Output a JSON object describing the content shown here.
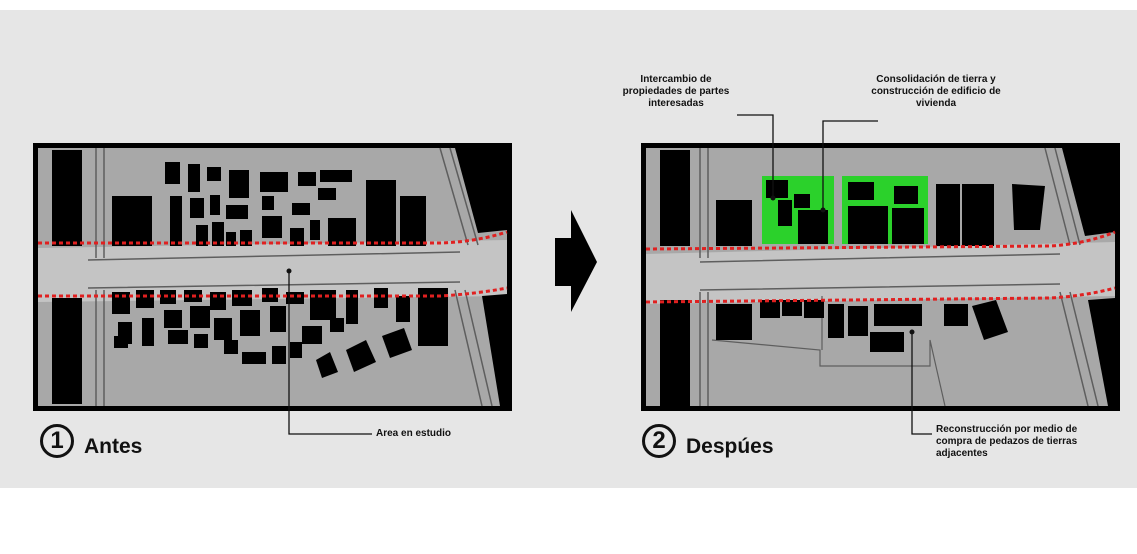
{
  "colors": {
    "panel_background": "#e6e6e6",
    "block_fill": "#000000",
    "land_fill": "#a8a8a8",
    "road_fill": "#c4c4c4",
    "street_line": "#5e5e5e",
    "study_area_line": "#e02020",
    "consolidated_land": "#2bd12b"
  },
  "icons": {
    "arrow": "right-arrow-icon"
  },
  "before": {
    "number": "1",
    "title": "Antes",
    "annotation": "Area en estudio"
  },
  "after": {
    "number": "2",
    "title": "Despúes",
    "annotations": {
      "exchange": "Intercambio de\npropiedades de partes\ninteresadas",
      "consolidation": "Consolidación de tierra y\nconstrucción de edificio de\nvivienda",
      "reconstruction": "Reconstrucción por medio de\ncompra de pedazos de tierras\nadjacentes"
    }
  }
}
